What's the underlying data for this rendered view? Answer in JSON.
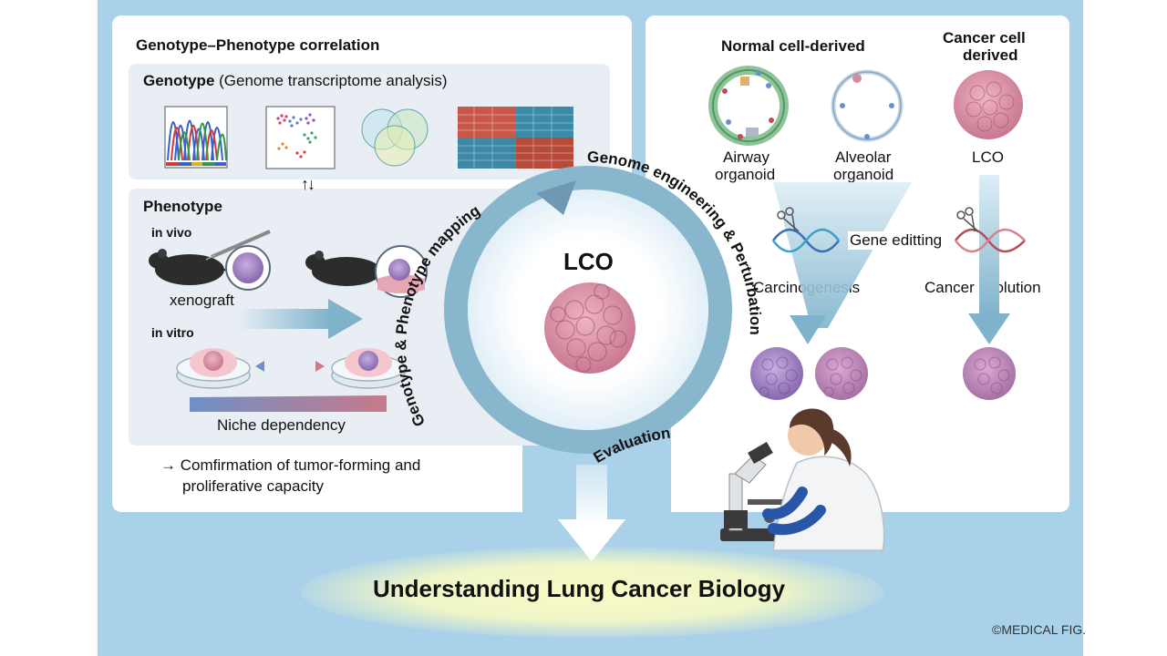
{
  "left_panel": {
    "title": "Genotype–Phenotype correlation",
    "genotype": {
      "label_bold": "Genotype",
      "label_rest": " (Genome transcriptome analysis)"
    },
    "arrows_glyph": "↑↓",
    "phenotype": {
      "title": "Phenotype",
      "in_vivo": "in vivo",
      "xenograft": "xenograft",
      "in_vitro": "in vitro",
      "niche": "Niche dependency"
    },
    "confirmation_line1": "→ Comfirmation of tumor-forming and",
    "confirmation_line2": "proliferative capacity"
  },
  "center": {
    "label": "LCO",
    "arc_left": "Genotype & Phenotype mapping",
    "arc_right": "Genome engineering & Perturbation",
    "arc_bottom": "Evaluation"
  },
  "right_panel": {
    "normal_title": "Normal cell-derived",
    "cancer_title_line1": "Cancer cell",
    "cancer_title_line2": "derived",
    "airway_line1": "Airway",
    "airway_line2": "organoid",
    "alveolar_line1": "Alveolar",
    "alveolar_line2": "organoid",
    "lco": "LCO",
    "gene_editing": "Gene editting",
    "carcinogenesis": "Carcinogenesis",
    "cancer_evolution": "Cancer evolution"
  },
  "bottom_title": "Understanding Lung Cancer Biology",
  "copyright": "©MEDICAL FIG.",
  "colors": {
    "band": "#a9d1ea",
    "ring": "#7fb0c9",
    "organoid_pink": "#d78aa0",
    "organoid_purple": "#9a7bbd"
  }
}
